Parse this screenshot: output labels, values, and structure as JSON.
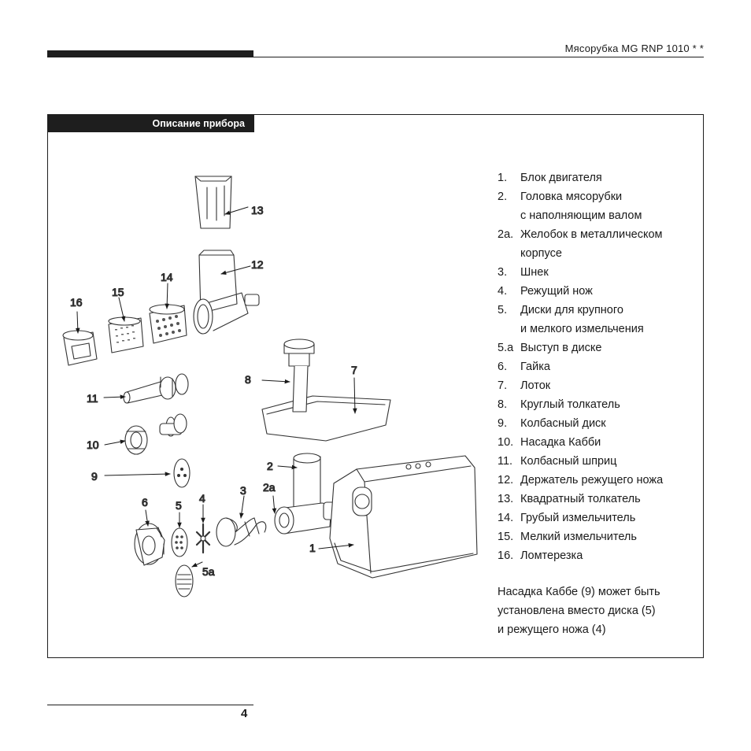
{
  "header": {
    "title": "Мясорубка MG RNP 1010 * *"
  },
  "section": {
    "label": "Описание прибора"
  },
  "callouts": {
    "c1": "1",
    "c2": "2",
    "c2a": "2a",
    "c3": "3",
    "c4": "4",
    "c5": "5",
    "c5a": "5a",
    "c6": "6",
    "c7": "7",
    "c8": "8",
    "c9": "9",
    "c10": "10",
    "c11": "11",
    "c12": "12",
    "c13": "13",
    "c14": "14",
    "c15": "15",
    "c16": "16"
  },
  "parts": [
    {
      "num": "1.",
      "label": "Блок двигателя"
    },
    {
      "num": "2.",
      "label": "Головка мясорубки\nс наполняющим валом"
    },
    {
      "num": "2a.",
      "label": "Желобок в металлическом\nкорпусе"
    },
    {
      "num": "3.",
      "label": "Шнек"
    },
    {
      "num": "4.",
      "label": "Режущий нож"
    },
    {
      "num": "5.",
      "label": "Диски для крупного\nи мелкого измельчения"
    },
    {
      "num": "5.a",
      "label": "Выступ в диске"
    },
    {
      "num": "6.",
      "label": "Гайка"
    },
    {
      "num": "7.",
      "label": "Лоток"
    },
    {
      "num": "8.",
      "label": "Круглый толкатель"
    },
    {
      "num": "9.",
      "label": "Колбасный диск"
    },
    {
      "num": "10.",
      "label": "Насадка Кабби"
    },
    {
      "num": "11.",
      "label": "Колбасный шприц"
    },
    {
      "num": "12.",
      "label": "Держатель режущего ножа"
    },
    {
      "num": "13.",
      "label": "Квадратный толкатель"
    },
    {
      "num": "14.",
      "label": "Грубый измельчитель"
    },
    {
      "num": "15.",
      "label": "Мелкий измельчитель"
    },
    {
      "num": "16.",
      "label": "Ломтерезка"
    }
  ],
  "note": "Насадка Каббе (9) может быть\nустановлена вместо диска (5)\nи режущего ножа (4)",
  "footer": {
    "page_number": "4"
  }
}
